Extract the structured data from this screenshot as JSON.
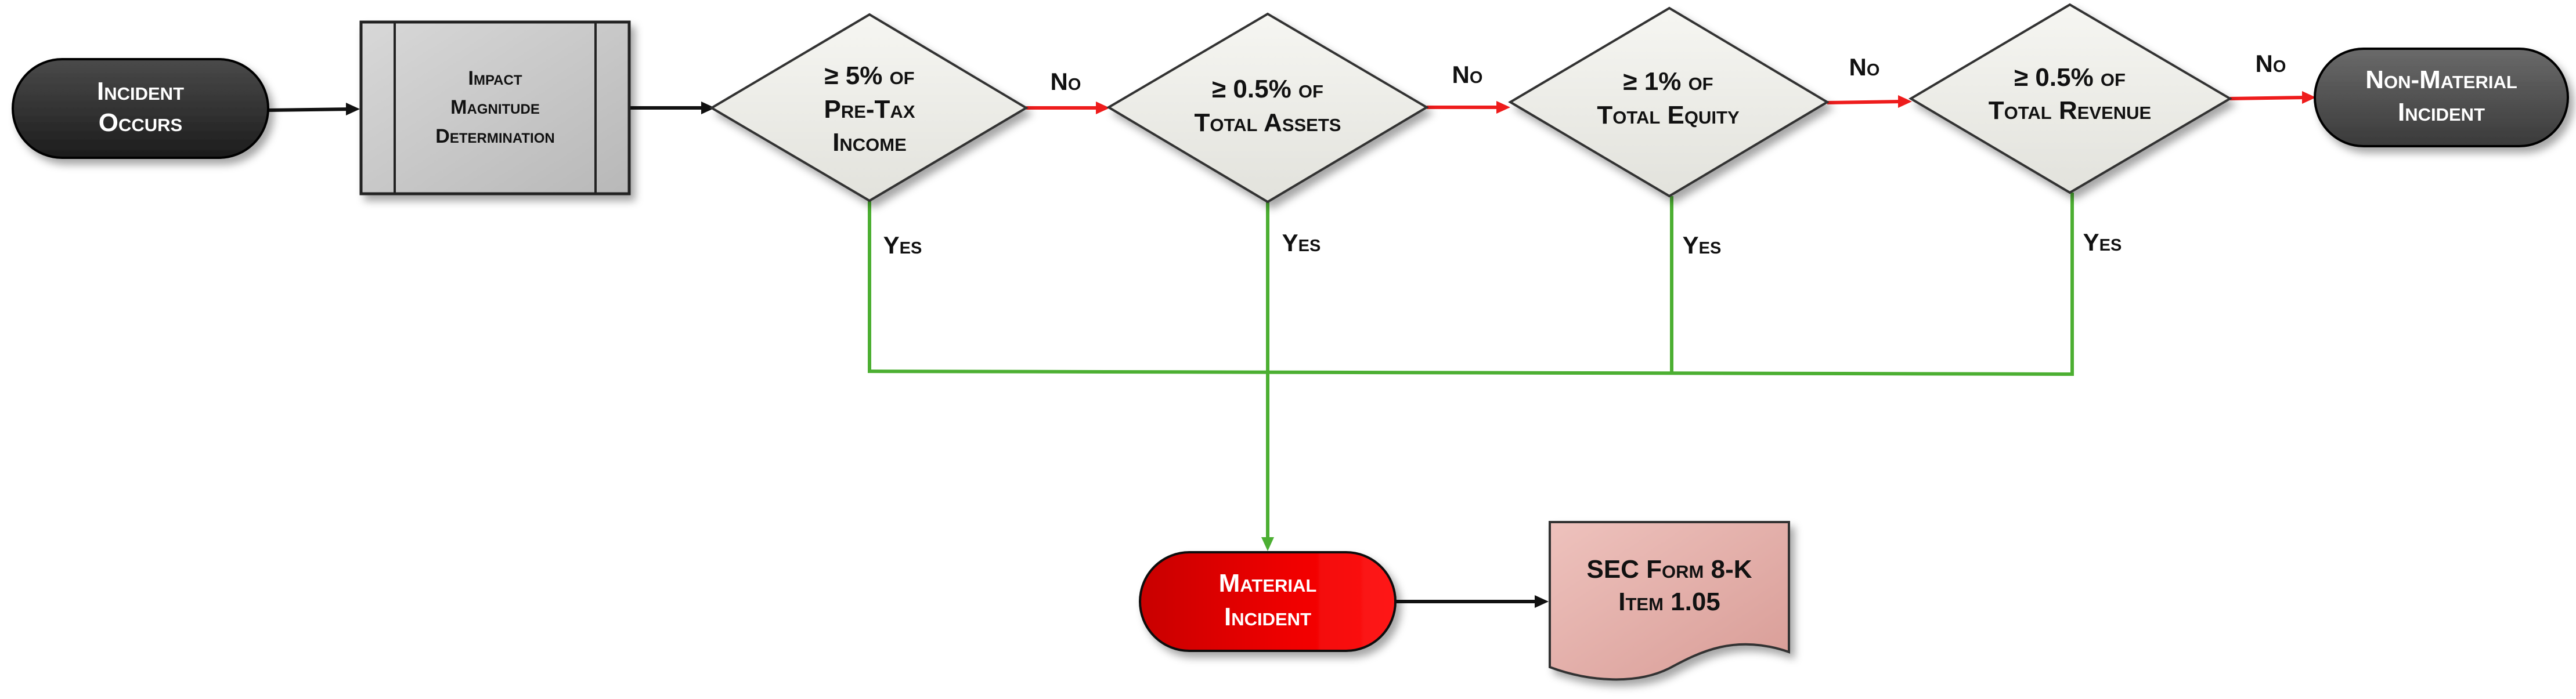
{
  "colors": {
    "black_arrow": "#111111",
    "no_arrow": "#ee1c1c",
    "yes_line": "#4caf32",
    "terminal_dark": "#2a2a2a",
    "terminal_gray": "#4a4a4a",
    "material_red": "#e00000",
    "process_gray": "#c8c8c8",
    "decision_fill": "#ecece6",
    "document_pink": "#e3b0aa"
  },
  "nodes": {
    "start": {
      "line1": "Incident",
      "line2": "Occurs"
    },
    "process": {
      "line1": "Impact",
      "line2": "Magnitude",
      "line3": "Determination"
    },
    "decision1": {
      "line1": "≥ 5% of",
      "line2": "Pre-Tax",
      "line3": "Income"
    },
    "decision2": {
      "line1": "≥ 0.5% of",
      "line2": "Total Assets"
    },
    "decision3": {
      "line1": "≥ 1% of",
      "line2": "Total Equity"
    },
    "decision4": {
      "line1": "≥ 0.5% of",
      "line2": "Total Revenue"
    },
    "non_material": {
      "line1": "Non-Material",
      "line2": "Incident"
    },
    "material": {
      "line1": "Material",
      "line2": "Incident"
    },
    "document": {
      "line1": "SEC Form 8-K",
      "line2": "Item 1.05"
    }
  },
  "edge_labels": {
    "no1": "No",
    "no2": "No",
    "no3": "No",
    "no4": "No",
    "yes1": "Yes",
    "yes2": "Yes",
    "yes3": "Yes",
    "yes4": "Yes"
  },
  "icons": {
    "arrowhead": "triangle-arrowhead"
  }
}
